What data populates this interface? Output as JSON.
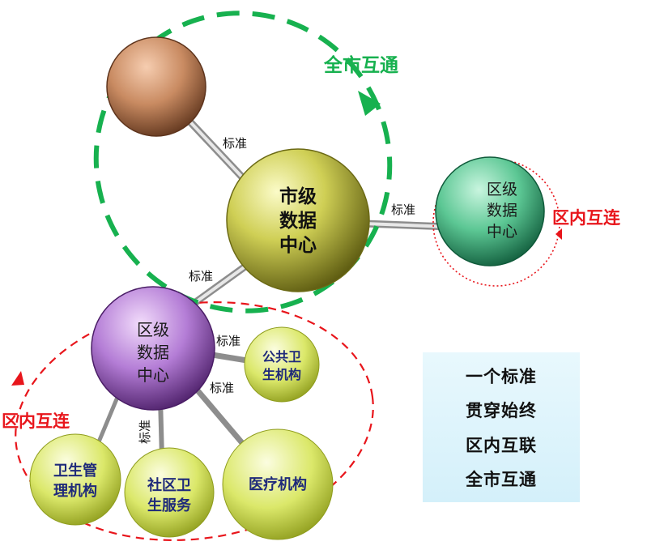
{
  "labels": {
    "city_center": [
      "市级",
      "数据",
      "中心"
    ],
    "district_center_right": [
      "区级",
      "数据",
      "中心"
    ],
    "district_center_left": [
      "区级",
      "数据",
      "中心"
    ],
    "public_health": [
      "公共卫",
      "生机构"
    ],
    "health_admin": [
      "卫生管",
      "理机构"
    ],
    "community": [
      "社区卫",
      "生服务"
    ],
    "medical": "医疗机构",
    "city_interconnect": "全市互通",
    "district_connect_right": "区内互连",
    "district_connect_left": "区内互连",
    "standard": "标准"
  },
  "summary": [
    "一个标准",
    "贯穿始终",
    "区内互联",
    "全市互通"
  ],
  "colors": {
    "green_dash": "#17b14f",
    "red": "#e8151b",
    "navy_text": "#1f2a7a"
  }
}
